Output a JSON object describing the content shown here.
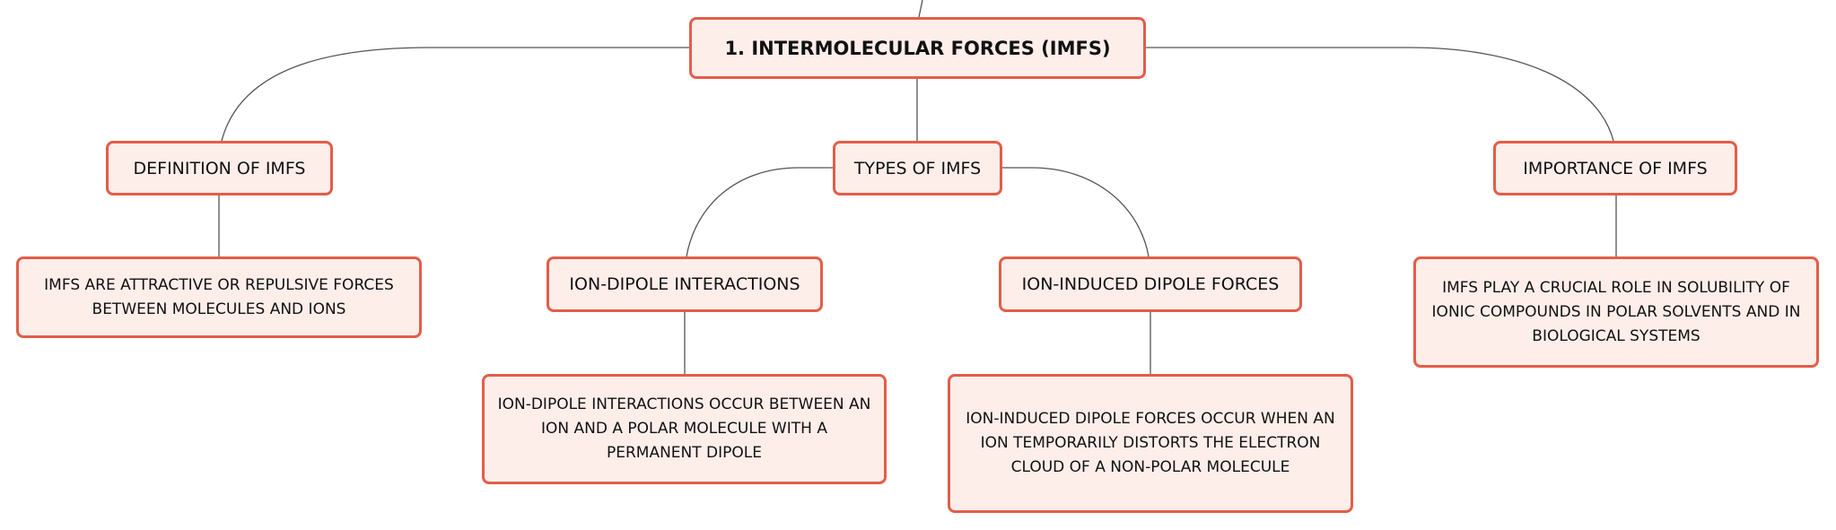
{
  "mindmap": {
    "root": {
      "label": "1. INTERMOLECULAR FORCES (IMFS)"
    },
    "branches": {
      "definition": {
        "label": "DEFINITION OF IMFS",
        "detail": "IMFS ARE ATTRACTIVE OR REPULSIVE FORCES BETWEEN MOLECULES AND IONS"
      },
      "types": {
        "label": "TYPES OF IMFS",
        "children": {
          "ion_dipole": {
            "label": "ION-DIPOLE INTERACTIONS",
            "detail": "ION-DIPOLE INTERACTIONS OCCUR BETWEEN AN ION AND A POLAR MOLECULE WITH A PERMANENT DIPOLE"
          },
          "ion_induced": {
            "label": "ION-INDUCED DIPOLE FORCES",
            "detail": "ION-INDUCED DIPOLE FORCES OCCUR WHEN AN ION TEMPORARILY DISTORTS THE ELECTRON CLOUD OF A NON-POLAR MOLECULE"
          }
        }
      },
      "importance": {
        "label": "IMPORTANCE OF IMFS",
        "detail": "IMFS PLAY A CRUCIAL ROLE IN SOLUBILITY OF IONIC COMPOUNDS IN POLAR SOLVENTS AND IN BIOLOGICAL SYSTEMS"
      }
    }
  },
  "colors": {
    "node_border": "#e35d49",
    "node_fill": "#fdeeea",
    "connector": "#555555",
    "text": "#111111"
  }
}
